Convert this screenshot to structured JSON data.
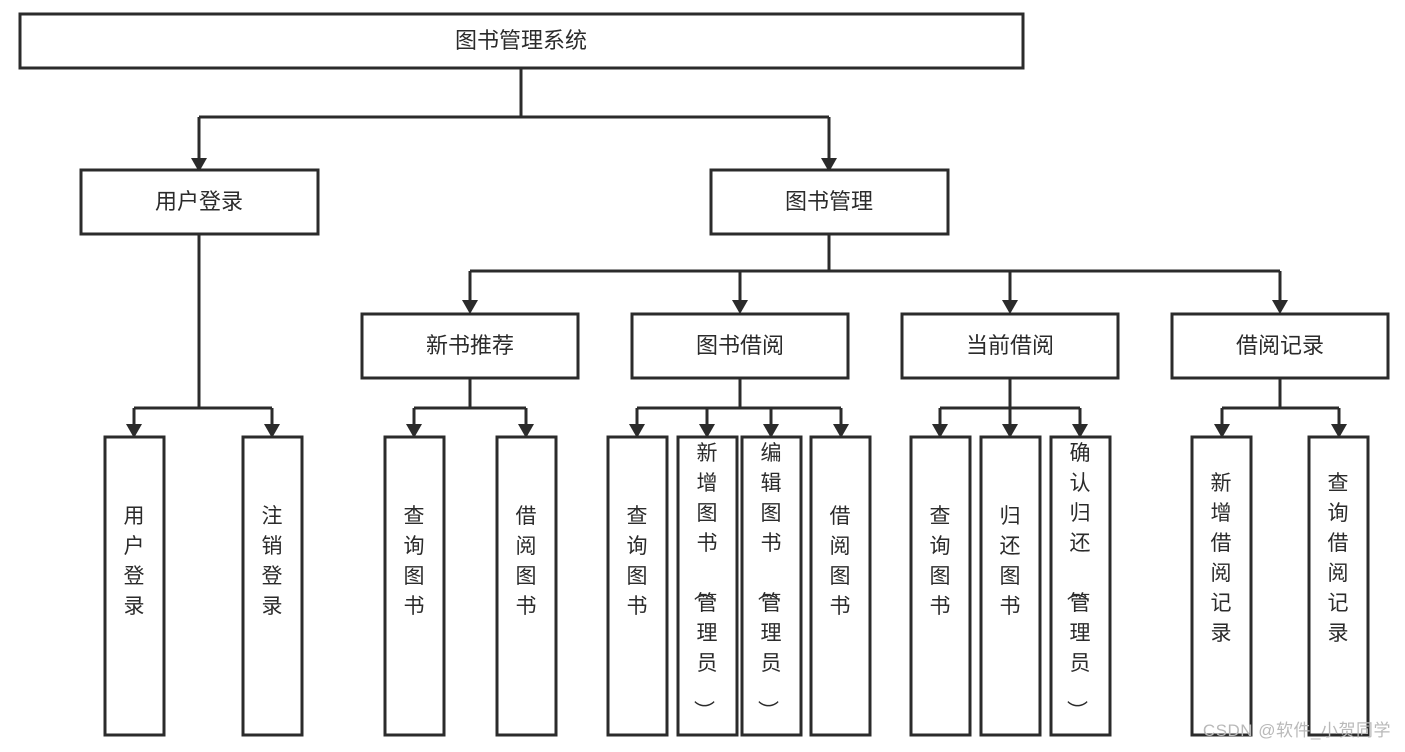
{
  "diagram": {
    "title": "图书管理系统",
    "type": "hierarchy-tree",
    "orientation": "top-down",
    "colors": {
      "stroke": "#2b2b2b",
      "fill": "#ffffff",
      "text": "#2b2b2b",
      "watermark": "#b9b9b9"
    },
    "root": {
      "label": "图书管理系统"
    },
    "level1": [
      {
        "label": "用户登录"
      },
      {
        "label": "图书管理"
      }
    ],
    "level2": [
      {
        "label": "新书推荐"
      },
      {
        "label": "图书借阅"
      },
      {
        "label": "当前借阅"
      },
      {
        "label": "借阅记录"
      }
    ],
    "leaves": {
      "user_login": [
        {
          "label": "用户登录"
        },
        {
          "label": "注销登录"
        }
      ],
      "new_book_recommend": [
        {
          "label": "查询图书"
        },
        {
          "label": "借阅图书"
        }
      ],
      "book_borrow": [
        {
          "label": "查询图书"
        },
        {
          "label": "新增图书（管理员）"
        },
        {
          "label": "编辑图书（管理员）"
        },
        {
          "label": "借阅图书"
        }
      ],
      "current_borrow": [
        {
          "label": "查询图书"
        },
        {
          "label": "归还图书"
        },
        {
          "label": "确认归还（管理员）"
        }
      ],
      "borrow_record": [
        {
          "label": "新增借阅记录"
        },
        {
          "label": "查询借阅记录"
        }
      ]
    }
  },
  "watermark": {
    "text": "CSDN @软件_小贺同学"
  }
}
